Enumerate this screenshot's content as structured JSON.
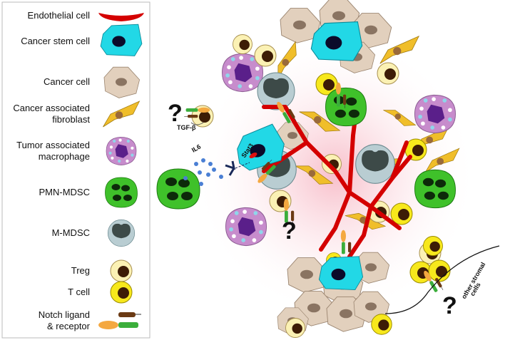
{
  "legend": {
    "items": [
      {
        "label": [
          "Endothelial cell"
        ],
        "icon": "endothelial-cell"
      },
      {
        "label": [
          "Cancer stem cell"
        ],
        "icon": "cancer-stem-cell"
      },
      {
        "label": [
          "Cancer cell"
        ],
        "icon": "cancer-cell"
      },
      {
        "label": [
          "Cancer associated",
          "fibroblast"
        ],
        "icon": "fibroblast"
      },
      {
        "label": [
          "Tumor associated",
          "macrophage"
        ],
        "icon": "macrophage"
      },
      {
        "label": [
          "PMN-MDSC"
        ],
        "icon": "pmn-mdsc"
      },
      {
        "label": [
          "M-MDSC"
        ],
        "icon": "m-mdsc"
      },
      {
        "label": [
          "Treg"
        ],
        "icon": "treg"
      },
      {
        "label": [
          "T cell"
        ],
        "icon": "t-cell"
      },
      {
        "label": [
          "Notch ligand",
          "& receptor"
        ],
        "icon": "notch-ligand-receptor"
      }
    ]
  },
  "annotations": {
    "tgf": "TGF-β",
    "il6": "IL6",
    "stat3": "Stat3",
    "question": "?",
    "other_stromal": [
      "other stromal",
      "cells"
    ]
  },
  "colors": {
    "endothelial": "#d40000",
    "stem": "#22d8e6",
    "cancer": "#e2d0bd",
    "fibroblast": "#f0be2a",
    "macrophage": "#c78ccc",
    "pmn": "#3fc12a",
    "mmdsc": "#b9cdd2",
    "treg": "#fbf1b4",
    "tcell": "#f7e81c",
    "ligand": "#f4a840",
    "receptor": "#3bae3b",
    "receptor2": "#6b3a14"
  }
}
